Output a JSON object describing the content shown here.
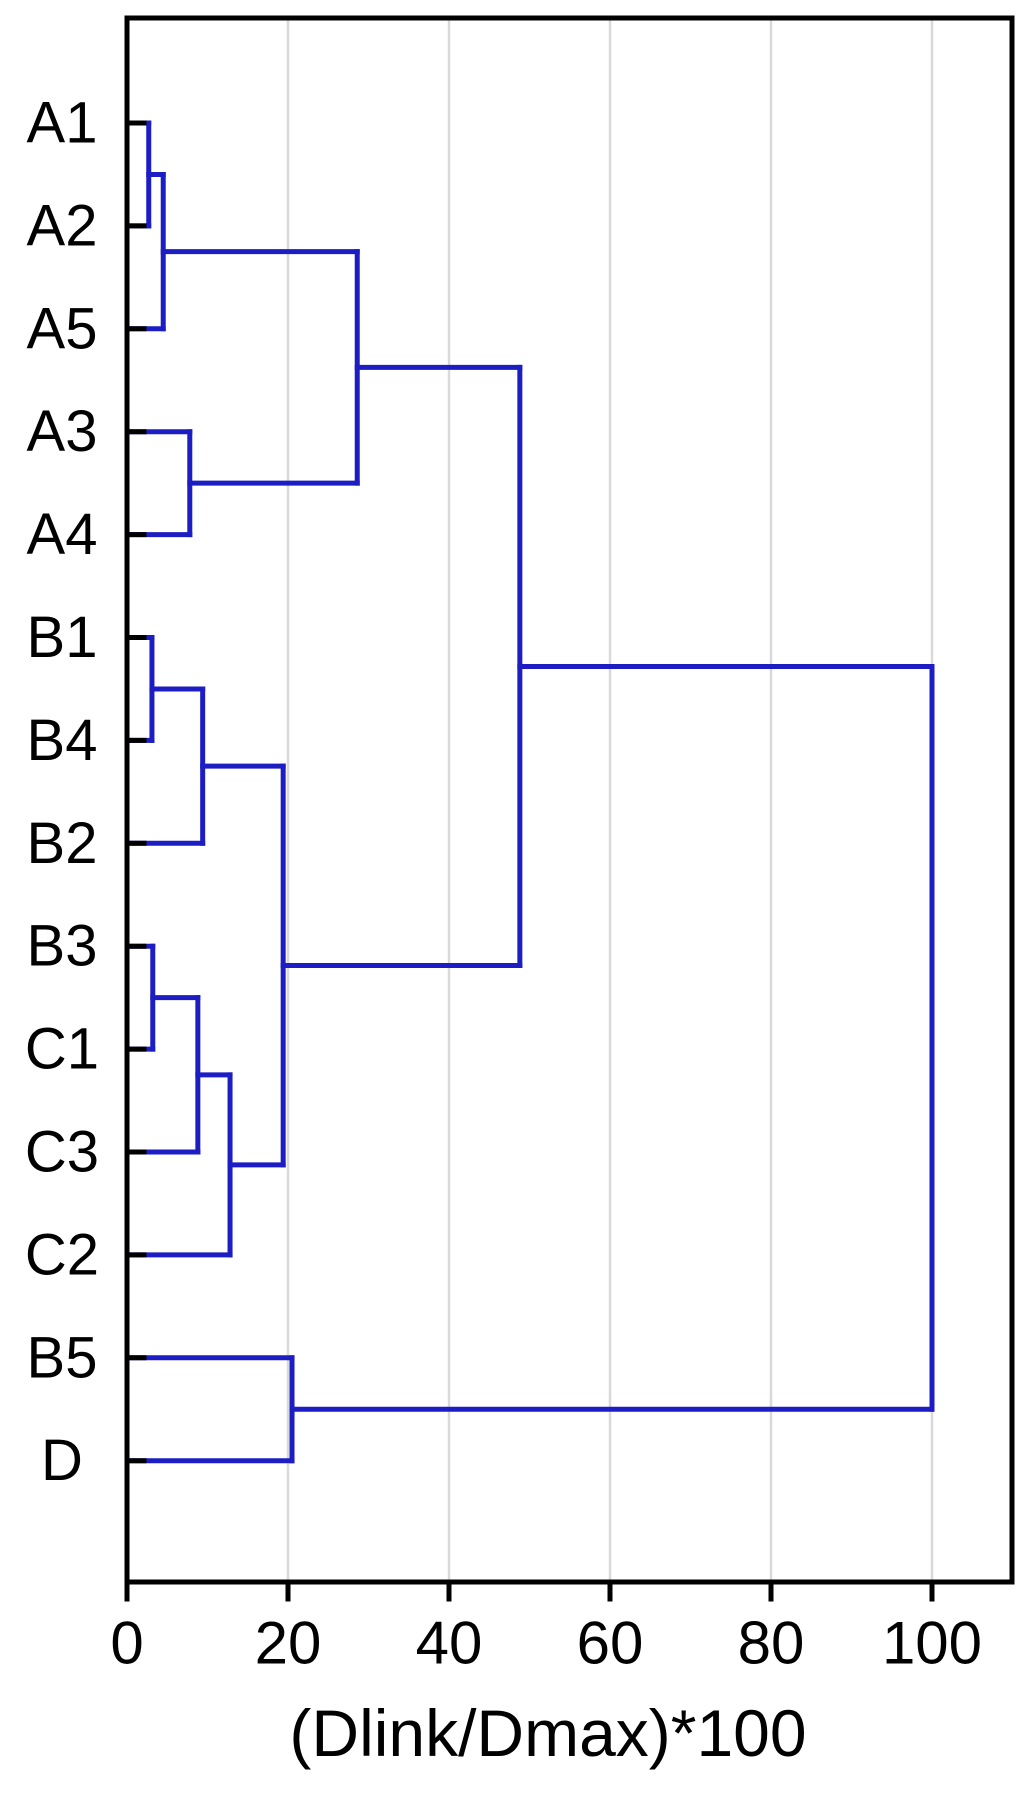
{
  "figure": {
    "kind": "hierarchical-clustering-dendrogram",
    "orientation": "left-leaves-horizontal-distance"
  },
  "colors": {
    "link_blue": "#1d1dc4",
    "gridline_gray": "#d9d9d9",
    "axis_black": "#000000",
    "text_black": "#000000",
    "background": "#ffffff"
  },
  "chart_data": {
    "type": "dendrogram",
    "title": "",
    "xlabel": "(Dlink/Dmax)*100",
    "xticks": [
      0,
      20,
      40,
      60,
      80,
      100
    ],
    "xlim": [
      0,
      110
    ],
    "grid": "vertical-gridlines-at-xticks",
    "leaves": [
      "A1",
      "A2",
      "A5",
      "A3",
      "A4",
      "B1",
      "B4",
      "B2",
      "B3",
      "C1",
      "C3",
      "C2",
      "B5",
      "D"
    ],
    "merges": [
      {
        "id": "m1",
        "children": [
          "A1",
          "A2"
        ],
        "height": 2.7
      },
      {
        "id": "m2",
        "children": [
          "m1",
          "A5"
        ],
        "height": 4.5
      },
      {
        "id": "m3",
        "children": [
          "A3",
          "A4"
        ],
        "height": 7.8
      },
      {
        "id": "m4",
        "children": [
          "m2",
          "m3"
        ],
        "height": 28.6
      },
      {
        "id": "m5",
        "children": [
          "B1",
          "B4"
        ],
        "height": 3.1
      },
      {
        "id": "m6",
        "children": [
          "m5",
          "B2"
        ],
        "height": 9.4
      },
      {
        "id": "m7",
        "children": [
          "B3",
          "C1"
        ],
        "height": 3.2
      },
      {
        "id": "m8",
        "children": [
          "m7",
          "C3"
        ],
        "height": 8.8
      },
      {
        "id": "m9",
        "children": [
          "m8",
          "C2"
        ],
        "height": 12.8
      },
      {
        "id": "m10",
        "children": [
          "m6",
          "m9"
        ],
        "height": 19.4
      },
      {
        "id": "m11",
        "children": [
          "m4",
          "m10"
        ],
        "height": 48.8
      },
      {
        "id": "m12",
        "children": [
          "B5",
          "D"
        ],
        "height": 20.5
      },
      {
        "id": "m13",
        "children": [
          "m11",
          "m12"
        ],
        "height": 100
      }
    ]
  }
}
